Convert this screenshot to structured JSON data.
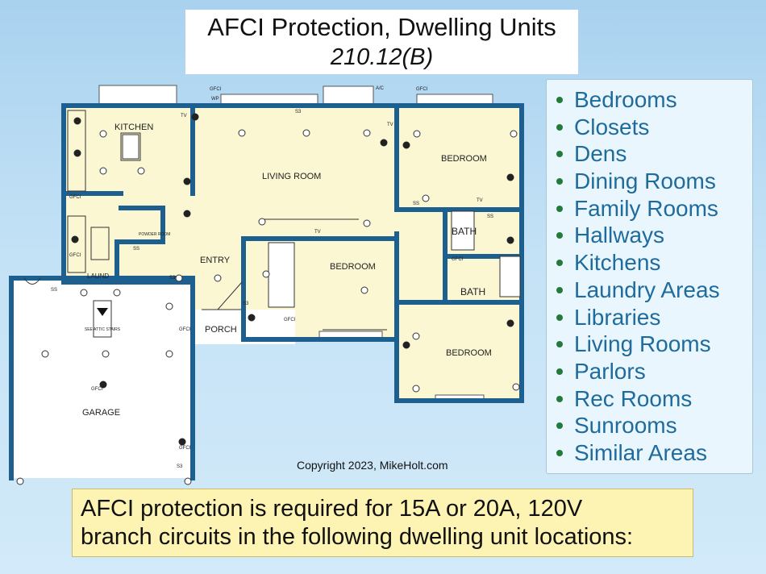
{
  "title": {
    "line1": "AFCI Protection, Dwelling Units",
    "line2": "210.12(B)"
  },
  "floorplan": {
    "rooms": {
      "kitchen": "KITCHEN",
      "living_room": "LIVING ROOM",
      "bedroom_top": "BEDROOM",
      "bedroom_center": "BEDROOM",
      "bedroom_bottom": "BEDROOM",
      "bath_upper": "BATH",
      "bath_lower": "BATH",
      "entry": "ENTRY",
      "porch": "PORCH",
      "garage": "GARAGE",
      "laundry": "LAUND",
      "powder_room": "POWDER ROOM"
    },
    "device_labels": {
      "gfci": "GFCI",
      "wp": "WP",
      "ac": "A/C",
      "tv": "TV",
      "attic_stairs": "SEE ATTIC STAIRS",
      "s3": "S3",
      "ss": "SS"
    }
  },
  "locations": [
    "Bedrooms",
    "Closets",
    "Dens",
    "Dining Rooms",
    "Family Rooms",
    "Hallways",
    "Kitchens",
    "Laundry Areas",
    "Libraries",
    "Living Rooms",
    "Parlors",
    "Rec Rooms",
    "Sunrooms",
    "Similar Areas"
  ],
  "note": {
    "line1": "AFCI protection is required for 15A or 20A, 120V",
    "line2": "branch circuits in the following dwelling unit locations:"
  },
  "copyright": "Copyright 2023, MikeHolt.com",
  "colors": {
    "wall": "#1d5f8f",
    "floor": "#fbf7d2",
    "bullet": "#237a3b",
    "list_text": "#1f6b9c"
  }
}
